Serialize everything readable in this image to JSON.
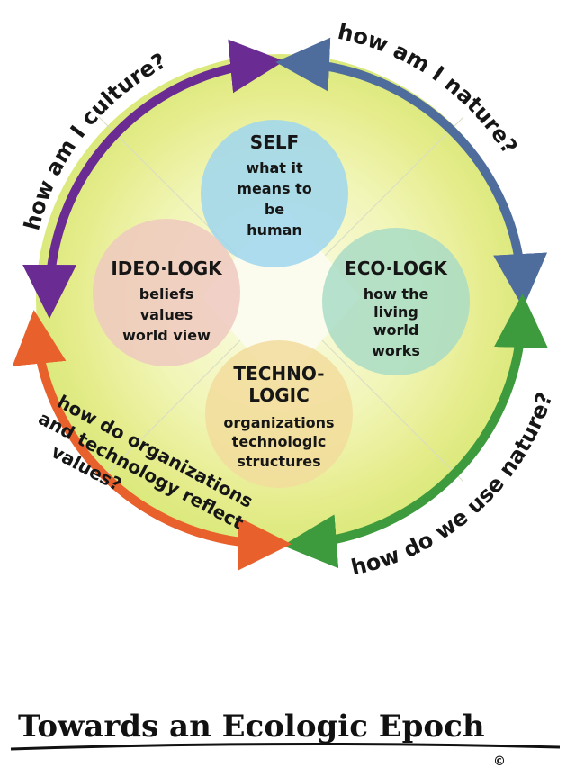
{
  "diagram": {
    "quadrants": [
      {
        "id": "self",
        "lines": [
          "SELF",
          "what it",
          "means to",
          "be",
          "human"
        ],
        "color": "#9fd6ee"
      },
      {
        "id": "ideo",
        "lines": [
          "IDEO·LOGK",
          "beliefs",
          "values",
          "world view"
        ],
        "color": "#efc9bf"
      },
      {
        "id": "eco",
        "lines": [
          "ECO·LOGK",
          "how the",
          "living",
          "world",
          "works"
        ],
        "color": "#a9dcc5"
      },
      {
        "id": "techno",
        "lines": [
          "TECHNO-",
          "LOGIC",
          "organizations",
          "technologic",
          "structures"
        ],
        "color": "#f2dc9c"
      }
    ],
    "arrows": [
      {
        "id": "culture",
        "text": "how am I culture?",
        "color": "#6a2c92"
      },
      {
        "id": "nature",
        "text": "how am I nature?",
        "color": "#4f6d9c"
      },
      {
        "id": "use-nature",
        "text": "how do we use nature?",
        "color": "#3d9a3d"
      },
      {
        "id": "organizations",
        "lines": [
          "how do organizations",
          "and technology reflect",
          "values?"
        ],
        "color": "#e8602b"
      }
    ]
  },
  "footer": {
    "title": "Towards an Ecologic Epoch",
    "signature": "©"
  },
  "colors": {
    "outer_wash": "#e9ef9a",
    "inner_wash": "#f4f7d7"
  }
}
